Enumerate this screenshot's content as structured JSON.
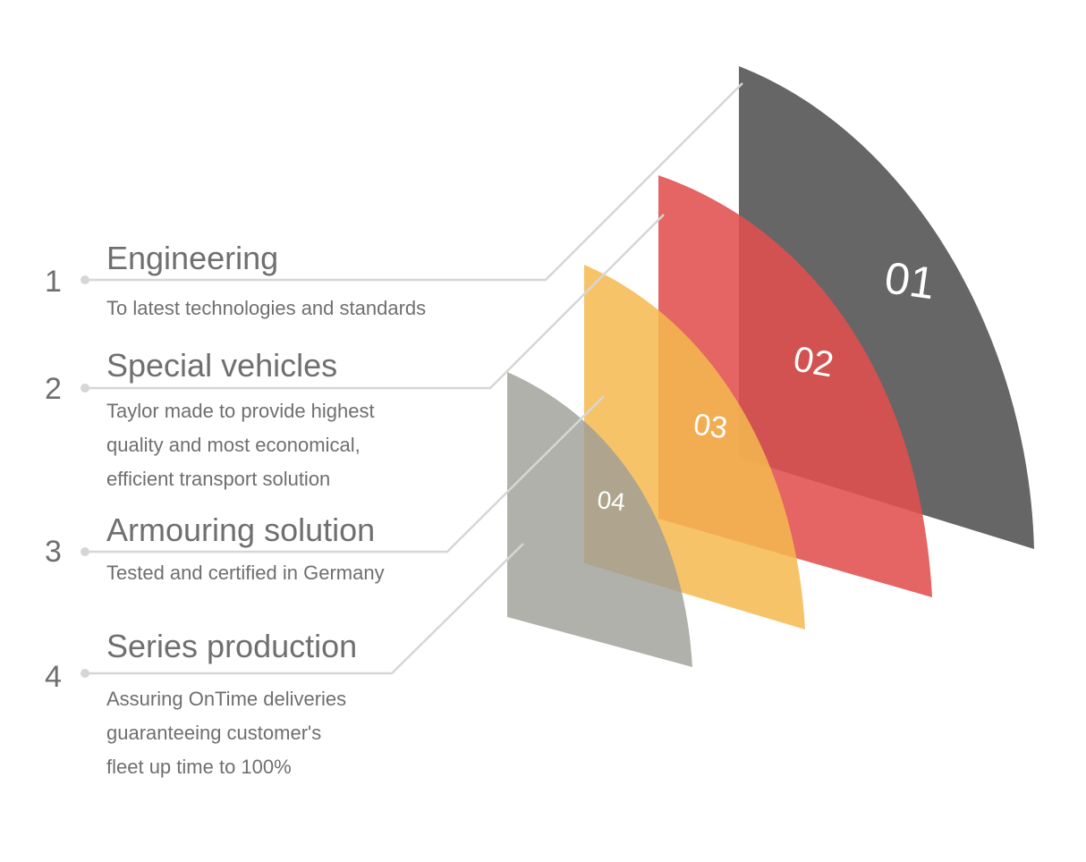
{
  "colors": {
    "sheet1": "#666666",
    "sheet2": "#e0504f",
    "sheet3": "#f5b94f",
    "sheet4": "#a5a49e",
    "lines": "#d6d6d6",
    "text": "#6f6f6f"
  },
  "items": [
    {
      "number": "1",
      "title": "Engineering",
      "description": "To latest technologies and standards",
      "sheet_label": "01"
    },
    {
      "number": "2",
      "title": "Special vehicles",
      "description": "Taylor made to provide highest\nquality and most economical,\nefficient transport solution",
      "sheet_label": "02"
    },
    {
      "number": "3",
      "title": "Armouring solution",
      "description": "Tested and certified in Germany",
      "sheet_label": "03"
    },
    {
      "number": "4",
      "title": "Series production",
      "description": "Assuring OnTime deliveries\nguaranteeing customer's\nfleet up time to 100%",
      "sheet_label": "04"
    }
  ]
}
